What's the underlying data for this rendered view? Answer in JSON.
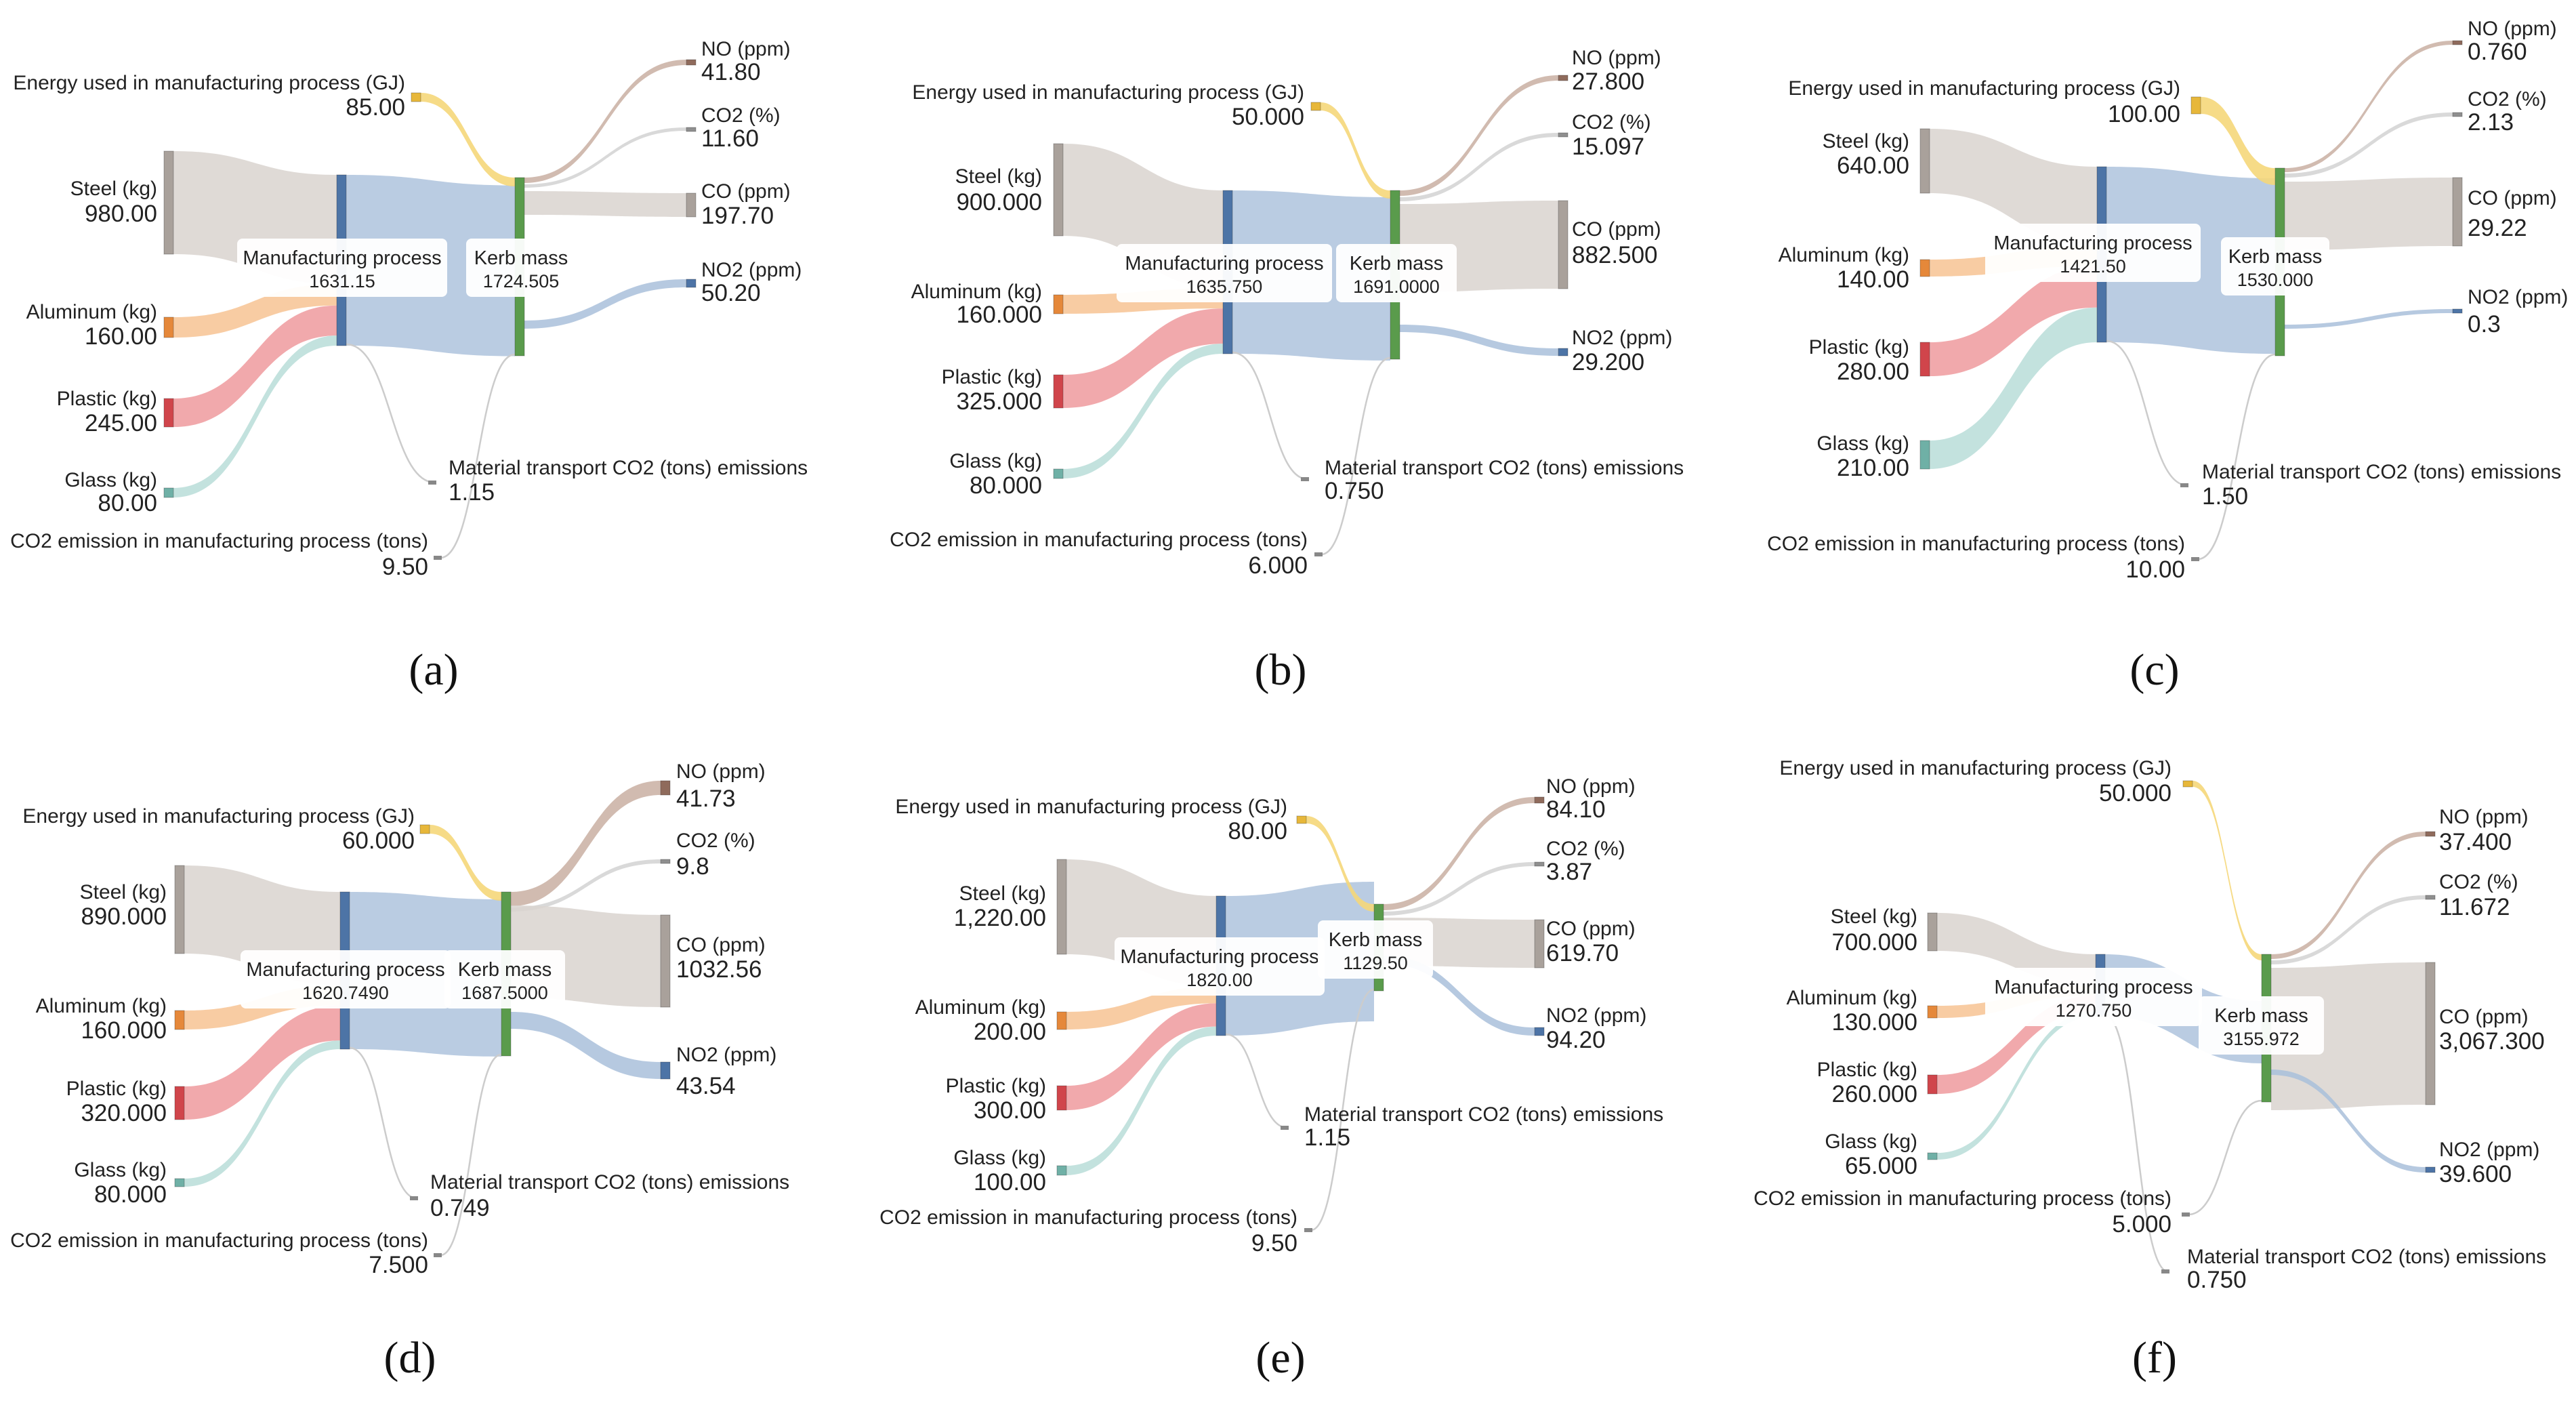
{
  "flow_colors": {
    "energy": "#f5d77a",
    "steel": "#d9d4cf",
    "aluminum": "#f7c393",
    "plastic": "#ee9a9e",
    "glass": "#b9ddd8",
    "mp_to_kerb": "#a9bfdb",
    "no": "#c9afa2",
    "co2pct": "#d2d2d2",
    "co": "#d9d4cf",
    "no2": "#a9bfdb",
    "thin": "#cccccc"
  },
  "node_colors": {
    "energy": "#e7b73a",
    "steel": "#a9a19b",
    "aluminum": "#e5883a",
    "plastic": "#d0454b",
    "glass": "#6fb0a6",
    "mp": "#4d74a6",
    "kerb": "#5a9b4c",
    "no": "#8f6b5c",
    "co2pct": "#8f8f8f",
    "co": "#a9a19b",
    "no2": "#4d74a6",
    "sink": "#888888"
  },
  "panels": [
    {
      "caption": "(a)",
      "energy": {
        "label": "Energy used in manufacturing process (GJ)",
        "value": "85.00"
      },
      "steel": {
        "label": "Steel (kg)",
        "value": "980.00"
      },
      "aluminum": {
        "label": "Aluminum (kg)",
        "value": "160.00"
      },
      "plastic": {
        "label": "Plastic (kg)",
        "value": "245.00"
      },
      "glass": {
        "label": "Glass (kg)",
        "value": "80.00"
      },
      "mp": {
        "label": "Manufacturing process",
        "value": "1631.15"
      },
      "kerb": {
        "label": "Kerb mass",
        "value": "1724.505"
      },
      "no": {
        "label": "NO (ppm)",
        "value": "41.80"
      },
      "co2pct": {
        "label": "CO2 (%)",
        "value": "11.60"
      },
      "co": {
        "label": "CO (ppm)",
        "value": "197.70"
      },
      "no2": {
        "label": "NO2 (ppm)",
        "value": "50.20"
      },
      "transport": {
        "label": "Material transport CO2 (tons) emissions",
        "value": "1.15"
      },
      "co2mfg": {
        "label": "CO2 emission in manufacturing process (tons)",
        "value": "9.50"
      }
    },
    {
      "caption": "(b)",
      "energy": {
        "label": "Energy used in manufacturing process (GJ)",
        "value": "50.000"
      },
      "steel": {
        "label": "Steel (kg)",
        "value": "900.000"
      },
      "aluminum": {
        "label": "Aluminum (kg)",
        "value": "160.000"
      },
      "plastic": {
        "label": "Plastic (kg)",
        "value": "325.000"
      },
      "glass": {
        "label": "Glass (kg)",
        "value": "80.000"
      },
      "mp": {
        "label": "Manufacturing process",
        "value": "1635.750"
      },
      "kerb": {
        "label": "Kerb mass",
        "value": "1691.0000"
      },
      "no": {
        "label": "NO (ppm)",
        "value": "27.800"
      },
      "co2pct": {
        "label": "CO2 (%)",
        "value": "15.097"
      },
      "co": {
        "label": "CO (ppm)",
        "value": "882.500"
      },
      "no2": {
        "label": "NO2 (ppm)",
        "value": "29.200"
      },
      "transport": {
        "label": "Material transport CO2 (tons) emissions",
        "value": "0.750"
      },
      "co2mfg": {
        "label": "CO2 emission in manufacturing process (tons)",
        "value": "6.000"
      }
    },
    {
      "caption": "(c)",
      "energy": {
        "label": "Energy used in manufacturing process (GJ)",
        "value": "100.00"
      },
      "steel": {
        "label": "Steel (kg)",
        "value": "640.00"
      },
      "aluminum": {
        "label": "Aluminum (kg)",
        "value": "140.00"
      },
      "plastic": {
        "label": "Plastic (kg)",
        "value": "280.00"
      },
      "glass": {
        "label": "Glass (kg)",
        "value": "210.00"
      },
      "mp": {
        "label": "Manufacturing process",
        "value": "1421.50"
      },
      "kerb": {
        "label": "Kerb mass",
        "value": "1530.000"
      },
      "no": {
        "label": "NO (ppm)",
        "value": "0.760"
      },
      "co2pct": {
        "label": "CO2 (%)",
        "value": "2.13"
      },
      "co": {
        "label": "CO (ppm)",
        "value": "29.22"
      },
      "no2": {
        "label": "NO2 (ppm)",
        "value": "0.3"
      },
      "transport": {
        "label": "Material transport CO2 (tons) emissions",
        "value": "1.50"
      },
      "co2mfg": {
        "label": "CO2 emission in manufacturing process (tons)",
        "value": "10.00"
      }
    },
    {
      "caption": "(d)",
      "energy": {
        "label": "Energy used in manufacturing process (GJ)",
        "value": "60.000"
      },
      "steel": {
        "label": "Steel (kg)",
        "value": "890.000"
      },
      "aluminum": {
        "label": "Aluminum (kg)",
        "value": "160.000"
      },
      "plastic": {
        "label": "Plastic (kg)",
        "value": "320.000"
      },
      "glass": {
        "label": "Glass (kg)",
        "value": "80.000"
      },
      "mp": {
        "label": "Manufacturing process",
        "value": "1620.7490"
      },
      "kerb": {
        "label": "Kerb mass",
        "value": "1687.5000"
      },
      "no": {
        "label": "NO (ppm)",
        "value": "41.73"
      },
      "co2pct": {
        "label": "CO2 (%)",
        "value": "9.8"
      },
      "co": {
        "label": "CO (ppm)",
        "value": "1032.56"
      },
      "no2": {
        "label": "NO2 (ppm)",
        "value": "43.54"
      },
      "transport": {
        "label": "Material transport CO2 (tons) emissions",
        "value": "0.749"
      },
      "co2mfg": {
        "label": "CO2 emission in manufacturing process (tons)",
        "value": "7.500"
      }
    },
    {
      "caption": "(e)",
      "energy": {
        "label": "Energy used in manufacturing process (GJ)",
        "value": "80.00"
      },
      "steel": {
        "label": "Steel (kg)",
        "value": "1,220.00"
      },
      "aluminum": {
        "label": "Aluminum (kg)",
        "value": "200.00"
      },
      "plastic": {
        "label": "Plastic (kg)",
        "value": "300.00"
      },
      "glass": {
        "label": "Glass (kg)",
        "value": "100.00"
      },
      "mp": {
        "label": "Manufacturing process",
        "value": "1820.00"
      },
      "kerb": {
        "label": "Kerb mass",
        "value": "1129.50"
      },
      "no": {
        "label": "NO (ppm)",
        "value": "84.10"
      },
      "co2pct": {
        "label": "CO2 (%)",
        "value": "3.87"
      },
      "co": {
        "label": "CO (ppm)",
        "value": "619.70"
      },
      "no2": {
        "label": "NO2 (ppm)",
        "value": "94.20"
      },
      "transport": {
        "label": "Material transport CO2 (tons) emissions",
        "value": "1.15"
      },
      "co2mfg": {
        "label": "CO2 emission in manufacturing process (tons)",
        "value": "9.50"
      }
    },
    {
      "caption": "(f)",
      "energy": {
        "label": "Energy used in manufacturing process (GJ)",
        "value": "50.000"
      },
      "steel": {
        "label": "Steel (kg)",
        "value": "700.000"
      },
      "aluminum": {
        "label": "Aluminum (kg)",
        "value": "130.000"
      },
      "plastic": {
        "label": "Plastic (kg)",
        "value": "260.000"
      },
      "glass": {
        "label": "Glass (kg)",
        "value": "65.000"
      },
      "mp": {
        "label": "Manufacturing process",
        "value": "1270.750"
      },
      "kerb": {
        "label": "Kerb mass",
        "value": "3155.972"
      },
      "no": {
        "label": "NO (ppm)",
        "value": "37.400"
      },
      "co2pct": {
        "label": "CO2 (%)",
        "value": "11.672"
      },
      "co": {
        "label": "CO (ppm)",
        "value": "3,067.300"
      },
      "no2": {
        "label": "NO2 (ppm)",
        "value": "39.600"
      },
      "transport": {
        "label": "Material transport CO2 (tons) emissions",
        "value": "0.750"
      },
      "co2mfg": {
        "label": "CO2 emission in manufacturing process (tons)",
        "value": "5.000"
      }
    }
  ]
}
